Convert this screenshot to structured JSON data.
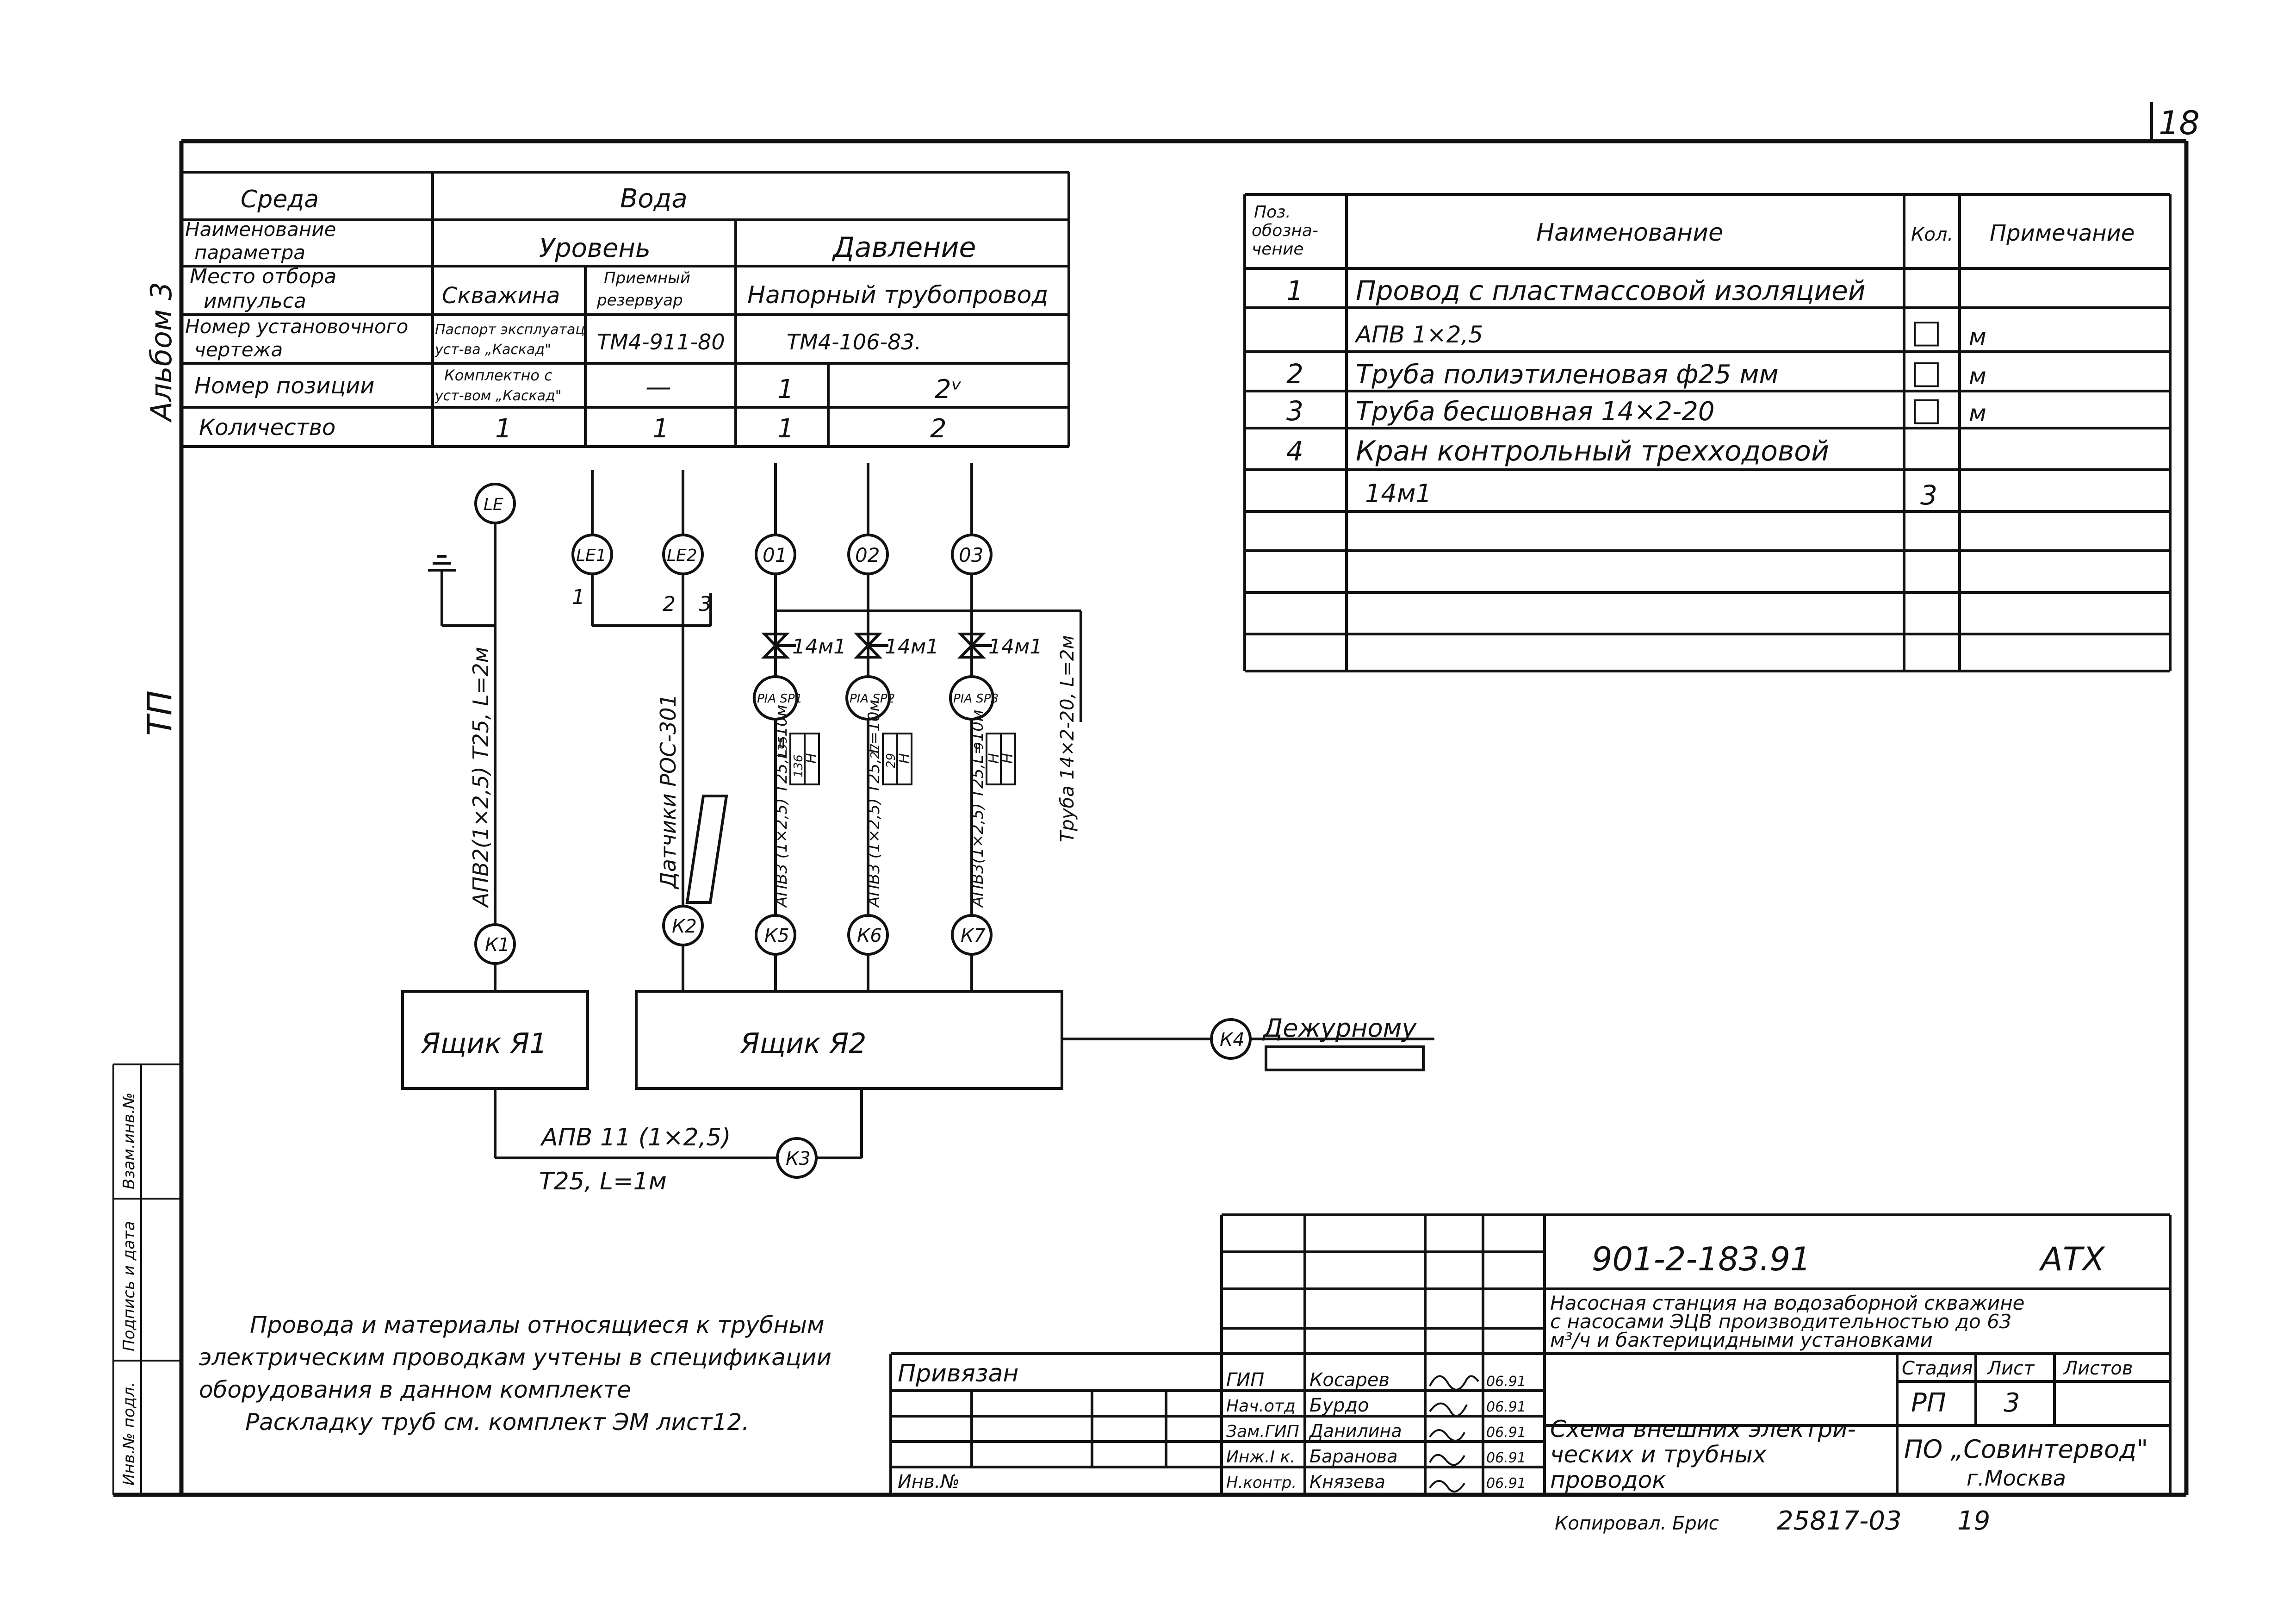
{
  "sheet_number": "18",
  "side_labels": {
    "album": "Альбом 3",
    "tp": "ТП"
  },
  "left_margin_stamp": [
    "Взам.инв.№",
    "Подпись и дата",
    "Инв.№ подл."
  ],
  "params_table": {
    "rows": [
      {
        "label": "Среда",
        "cells": [
          "Вода"
        ]
      },
      {
        "label": "Наименование параметра",
        "cells": [
          "Уровень",
          "Давление"
        ]
      },
      {
        "label": "Место отбора импульса",
        "cells": [
          "Скважина",
          "Приемный резервуар",
          "Напорный трубопровод"
        ]
      },
      {
        "label": "Номер установочного чертежа",
        "cells": [
          "Паспорт эксплуатац. уст-ва „Каскад\"",
          "ТМ4-911-80",
          "ТМ4-106-83."
        ]
      },
      {
        "label": "Номер позиции",
        "cells": [
          "Комплектно с уст-вом „Каскад\"",
          "—",
          "1",
          "2ᵛ"
        ]
      },
      {
        "label": "Количество",
        "cells": [
          "1",
          "1",
          "1",
          "2"
        ]
      }
    ]
  },
  "spec_table": {
    "headers": [
      "Поз. обозна-чение",
      "Наименование",
      "Кол.",
      "Примечание"
    ],
    "rows": [
      {
        "pos": "1",
        "name": "Провод с пластмассовой изоляцией",
        "qty": "",
        "note": ""
      },
      {
        "pos": "",
        "name": "АПВ 1×2,5",
        "qty": "□",
        "note": "м"
      },
      {
        "pos": "2",
        "name": "Труба полиэтиленовая ф25 мм",
        "qty": "□",
        "note": "м"
      },
      {
        "pos": "3",
        "name": "Труба бесшовная 14×2-20",
        "qty": "□",
        "note": "м"
      },
      {
        "pos": "4",
        "name": "Кран контрольный трехходовой",
        "qty": "",
        "note": ""
      },
      {
        "pos": "",
        "name": "14м1",
        "qty": "3",
        "note": ""
      },
      {
        "pos": "",
        "name": "",
        "qty": "",
        "note": ""
      },
      {
        "pos": "",
        "name": "",
        "qty": "",
        "note": ""
      },
      {
        "pos": "",
        "name": "",
        "qty": "",
        "note": ""
      },
      {
        "pos": "",
        "name": "",
        "qty": "",
        "note": ""
      }
    ]
  },
  "diagram": {
    "instruments": [
      "LE",
      "LE1",
      "LE2",
      "01",
      "02",
      "03"
    ],
    "indicators": [
      "PIA SP1",
      "PIA SP2",
      "PIA SP3"
    ],
    "junctions": [
      "К1",
      "К2",
      "К5",
      "К6",
      "К7",
      "К3",
      "К4"
    ],
    "valve_label": "14м1",
    "terminal_numbers": [
      "1",
      "2",
      "3"
    ],
    "cable_labels": {
      "k1": "АПВ2(1×2,5) Т25, L=2м",
      "k2": "Датчики РОС-301",
      "k5": "АПВ3 (1×2,5) Т25,L=10м",
      "k6": "АПВ3 (1×2,5) Т25, L=10м",
      "k7": "АПВ3(1×2,5) Т25,L=10м",
      "pipe": "Труба 14×2-20, L=2м",
      "bottom_wire": "АПВ 11 (1×2,5)",
      "bottom_pipe": "Т25,   L=1м"
    },
    "terminal_tags": [
      "135",
      "136",
      "H",
      "27",
      "29",
      "H",
      "9",
      "H",
      "H"
    ],
    "box1": "Ящик Я1",
    "box2": "Ящик Я2",
    "duty_label": "Дежурному"
  },
  "notes": [
    "Провода и материалы относящиеся к трубным",
    "электрическим проводкам учтены в спецификации",
    "оборудования в данном комплекте",
    "Раскладку труб см. комплект ЭМ лист12."
  ],
  "title_block": {
    "doc_code": "901-2-183.91",
    "mark": "АТХ",
    "project_title": "Насосная станция на водозаборной скважине с насосами ЭЦВ производительностью до 63 м³/ч и бактерицидными установками",
    "stage_headers": [
      "Стадия",
      "Лист",
      "Листов"
    ],
    "stage_values": [
      "РП",
      "3",
      ""
    ],
    "sheet_title": "Схема внешних электрических и трубных проводок",
    "org": "ПО „Совинтервод\" г.Москва",
    "bound_label": "Привязан",
    "inv_label": "Инв.№",
    "roles": [
      "ГИП",
      "Нач.отд",
      "Зам.ГИП",
      "Инж.I к.",
      "Н.контр."
    ],
    "names": [
      "Косарев",
      "Бурдо",
      "Данилина",
      "Баранова",
      "Князева"
    ],
    "dates": [
      "06.91",
      "06.91",
      "06.91",
      "06.91",
      "06.91"
    ]
  },
  "footer": {
    "copied": "Копировал. Брис",
    "order": "25817-03",
    "page": "19"
  }
}
